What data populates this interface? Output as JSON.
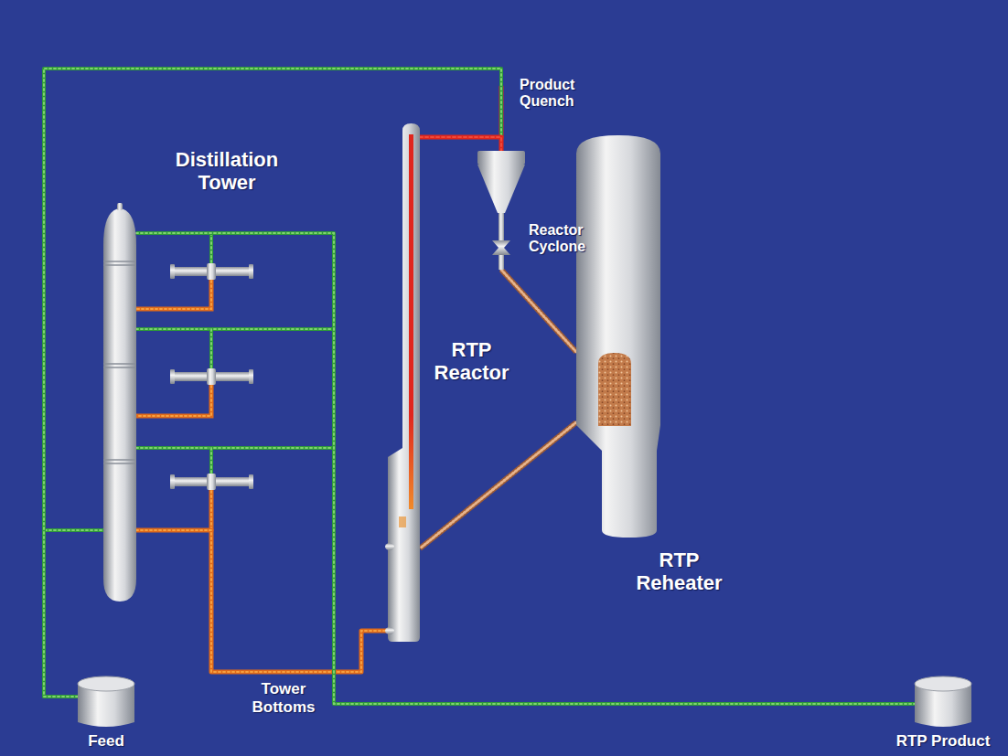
{
  "diagram": {
    "nodes": [
      {
        "text": [
          "Distillation Tower"
        ]
      },
      {
        "text": [
          "RTP Reactor"
        ]
      },
      {
        "text": [
          "Reactor Cyclone"
        ]
      },
      {
        "text": [
          "RTP Reheater"
        ]
      },
      {
        "text": [
          "Feed"
        ]
      },
      {
        "text": [
          "RTP Product"
        ]
      }
    ],
    "edges": [
      {
        "from": 4,
        "to": 0,
        "arrow": "none"
      },
      {
        "from": 4,
        "to": 2,
        "arrow": "none"
      },
      {
        "from": 0,
        "to": 1,
        "arrow": "none"
      },
      {
        "from": 1,
        "to": 2,
        "arrow": "none"
      },
      {
        "from": 2,
        "to": 3,
        "arrow": "none"
      },
      {
        "from": 3,
        "to": 1,
        "arrow": "none"
      },
      {
        "from": 0,
        "to": 5,
        "arrow": "none"
      }
    ],
    "labels": [
      "Product Quench",
      "Tower Bottoms"
    ]
  }
}
